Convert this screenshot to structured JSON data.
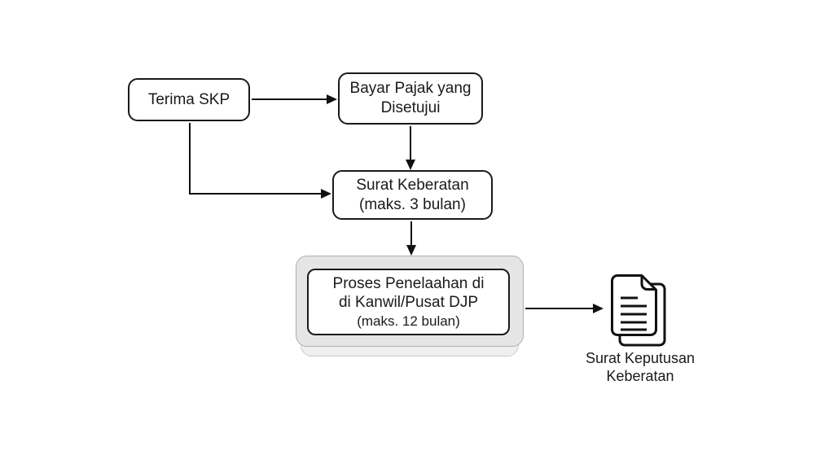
{
  "page": {
    "background": "#ffffff"
  },
  "diagram": {
    "type": "flowchart",
    "nodes": {
      "terima_skp": {
        "lines": [
          "Terima SKP"
        ]
      },
      "bayar_pajak": {
        "lines": [
          "Bayar Pajak yang",
          "Disetujui"
        ]
      },
      "surat_keberatan": {
        "lines": [
          "Surat Keberatan",
          "(maks. 3 bulan)"
        ]
      },
      "proses_penelaahan": {
        "lines": [
          "Proses Penelaahan di",
          "di Kanwil/Pusat DJP",
          "(maks. 12 bulan)"
        ]
      },
      "surat_keputusan": {
        "lines": [
          "Surat Keputusan",
          "Keberatan"
        ],
        "icon": "document-stack-icon"
      }
    },
    "edges": [
      {
        "from": "terima_skp",
        "to": "bayar_pajak",
        "style": "straight-right"
      },
      {
        "from": "terima_skp",
        "to": "surat_keberatan",
        "style": "elbow-down-right"
      },
      {
        "from": "bayar_pajak",
        "to": "surat_keberatan",
        "style": "straight-down"
      },
      {
        "from": "surat_keberatan",
        "to": "proses_penelaahan",
        "style": "straight-down"
      },
      {
        "from": "proses_penelaahan",
        "to": "surat_keputusan",
        "style": "straight-right"
      }
    ],
    "colors": {
      "node_fill": "#ffffff",
      "node_border": "#1a1a1a",
      "container_fill": "#e5e5e5",
      "container_border": "#b0b0b0",
      "container_back_fill": "#efefef",
      "container_back_border": "#cccccc",
      "arrow": "#111111",
      "text": "#1a1a1a"
    }
  }
}
